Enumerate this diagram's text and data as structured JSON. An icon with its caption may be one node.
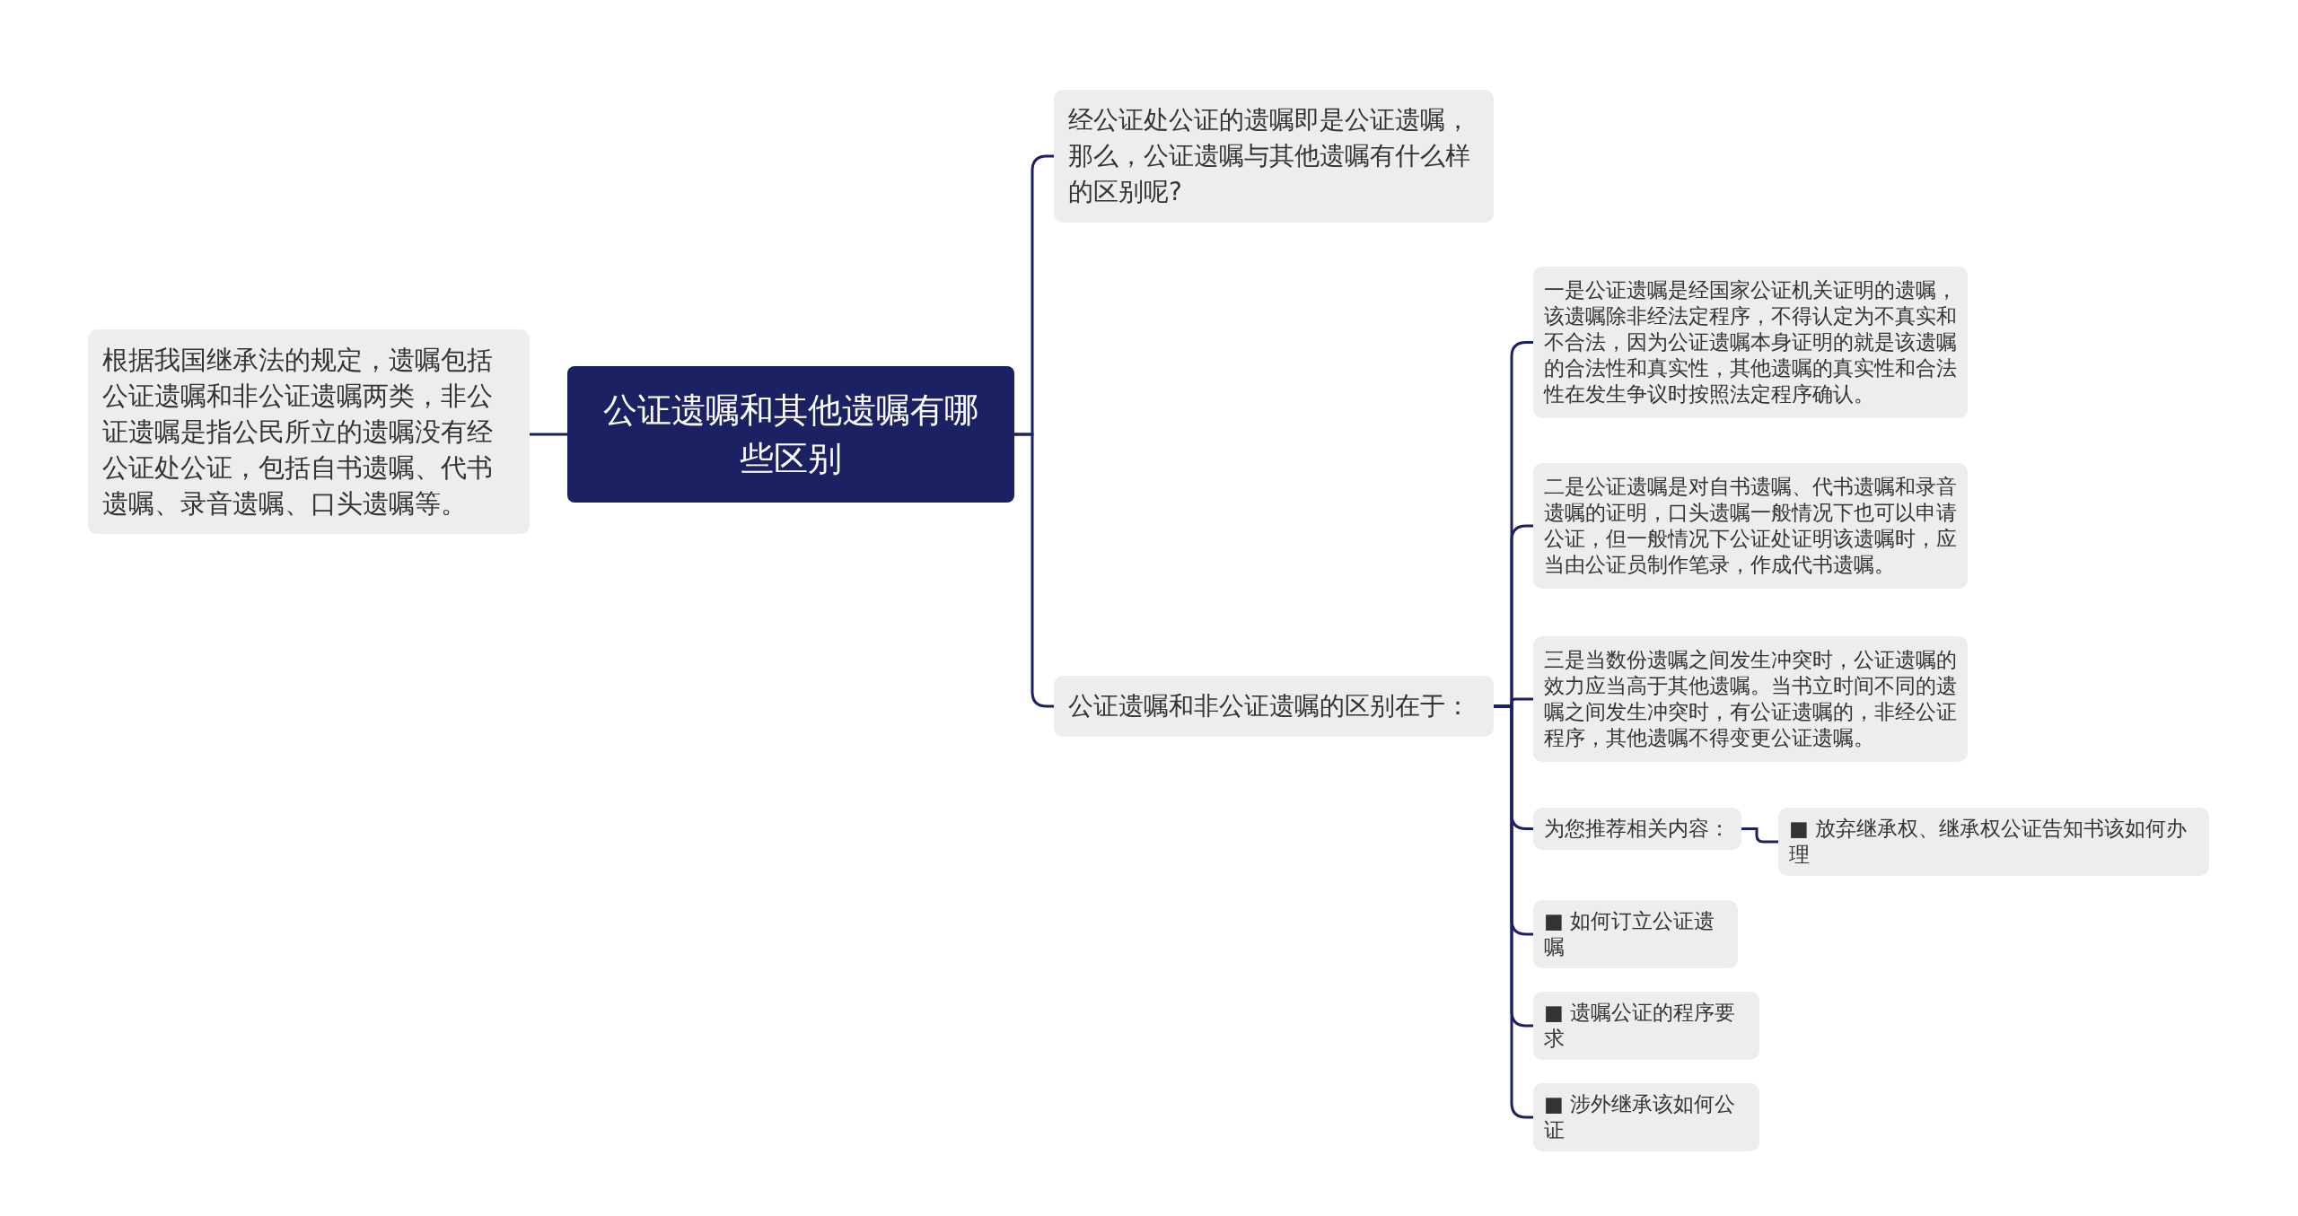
{
  "diagram": {
    "nodes": [
      {
        "text": [
          "公证遗嘱和其他遗嘱有哪些区别"
        ]
      },
      {
        "text": [
          "根据我国继承法的规定，遗嘱包括公证遗嘱和非公证遗嘱两类，非公证遗嘱是指公民所立的遗嘱没有经公证处公证，包括自书遗嘱、代书遗嘱、录音遗嘱、口头遗嘱等。"
        ]
      },
      {
        "text": [
          "经公证处公证的遗嘱即是公证遗嘱，那么，公证遗嘱与其他遗嘱有什么样的区别呢?"
        ]
      },
      {
        "text": [
          "公证遗嘱和非公证遗嘱的区别在于："
        ]
      },
      {
        "text": [
          "一是公证遗嘱是经国家公证机关证明的遗嘱，该遗嘱除非经法定程序，不得认定为不真实和不合法，因为公证遗嘱本身证明的就是该遗嘱的合法性和真实性，其他遗嘱的真实性和合法性在发生争议时按照法定程序确认。"
        ]
      },
      {
        "text": [
          "二是公证遗嘱是对自书遗嘱、代书遗嘱和录音遗嘱的证明，口头遗嘱一般情况下也可以申请公证，但一般情况下公证处证明该遗嘱时，应当由公证员制作笔录，作成代书遗嘱。"
        ]
      },
      {
        "text": [
          "三是当数份遗嘱之间发生冲突时，公证遗嘱的效力应当高于其他遗嘱。当书立时间不同的遗嘱之间发生冲突时，有公证遗嘱的，非经公证程序，其他遗嘱不得变更公证遗嘱。"
        ]
      },
      {
        "text": [
          "为您推荐相关内容："
        ]
      },
      {
        "text": [
          "■ 放弃继承权、继承权公证告知书该如何办理"
        ]
      },
      {
        "text": [
          "■ 如何订立公证遗嘱"
        ]
      },
      {
        "text": [
          "■ 遗嘱公证的程序要求"
        ]
      },
      {
        "text": [
          "■ 涉外继承该如何公证"
        ]
      }
    ],
    "edges": [
      {
        "from": 0,
        "to": 1,
        "arrow": "none"
      },
      {
        "from": 0,
        "to": 2,
        "arrow": "none"
      },
      {
        "from": 0,
        "to": 3,
        "arrow": "none"
      },
      {
        "from": 3,
        "to": 4,
        "arrow": "none"
      },
      {
        "from": 3,
        "to": 5,
        "arrow": "none"
      },
      {
        "from": 3,
        "to": 6,
        "arrow": "none"
      },
      {
        "from": 3,
        "to": 7,
        "arrow": "none"
      },
      {
        "from": 7,
        "to": 8,
        "arrow": "none"
      },
      {
        "from": 3,
        "to": 9,
        "arrow": "none"
      },
      {
        "from": 3,
        "to": 10,
        "arrow": "none"
      },
      {
        "from": 3,
        "to": 11,
        "arrow": "none"
      }
    ]
  }
}
